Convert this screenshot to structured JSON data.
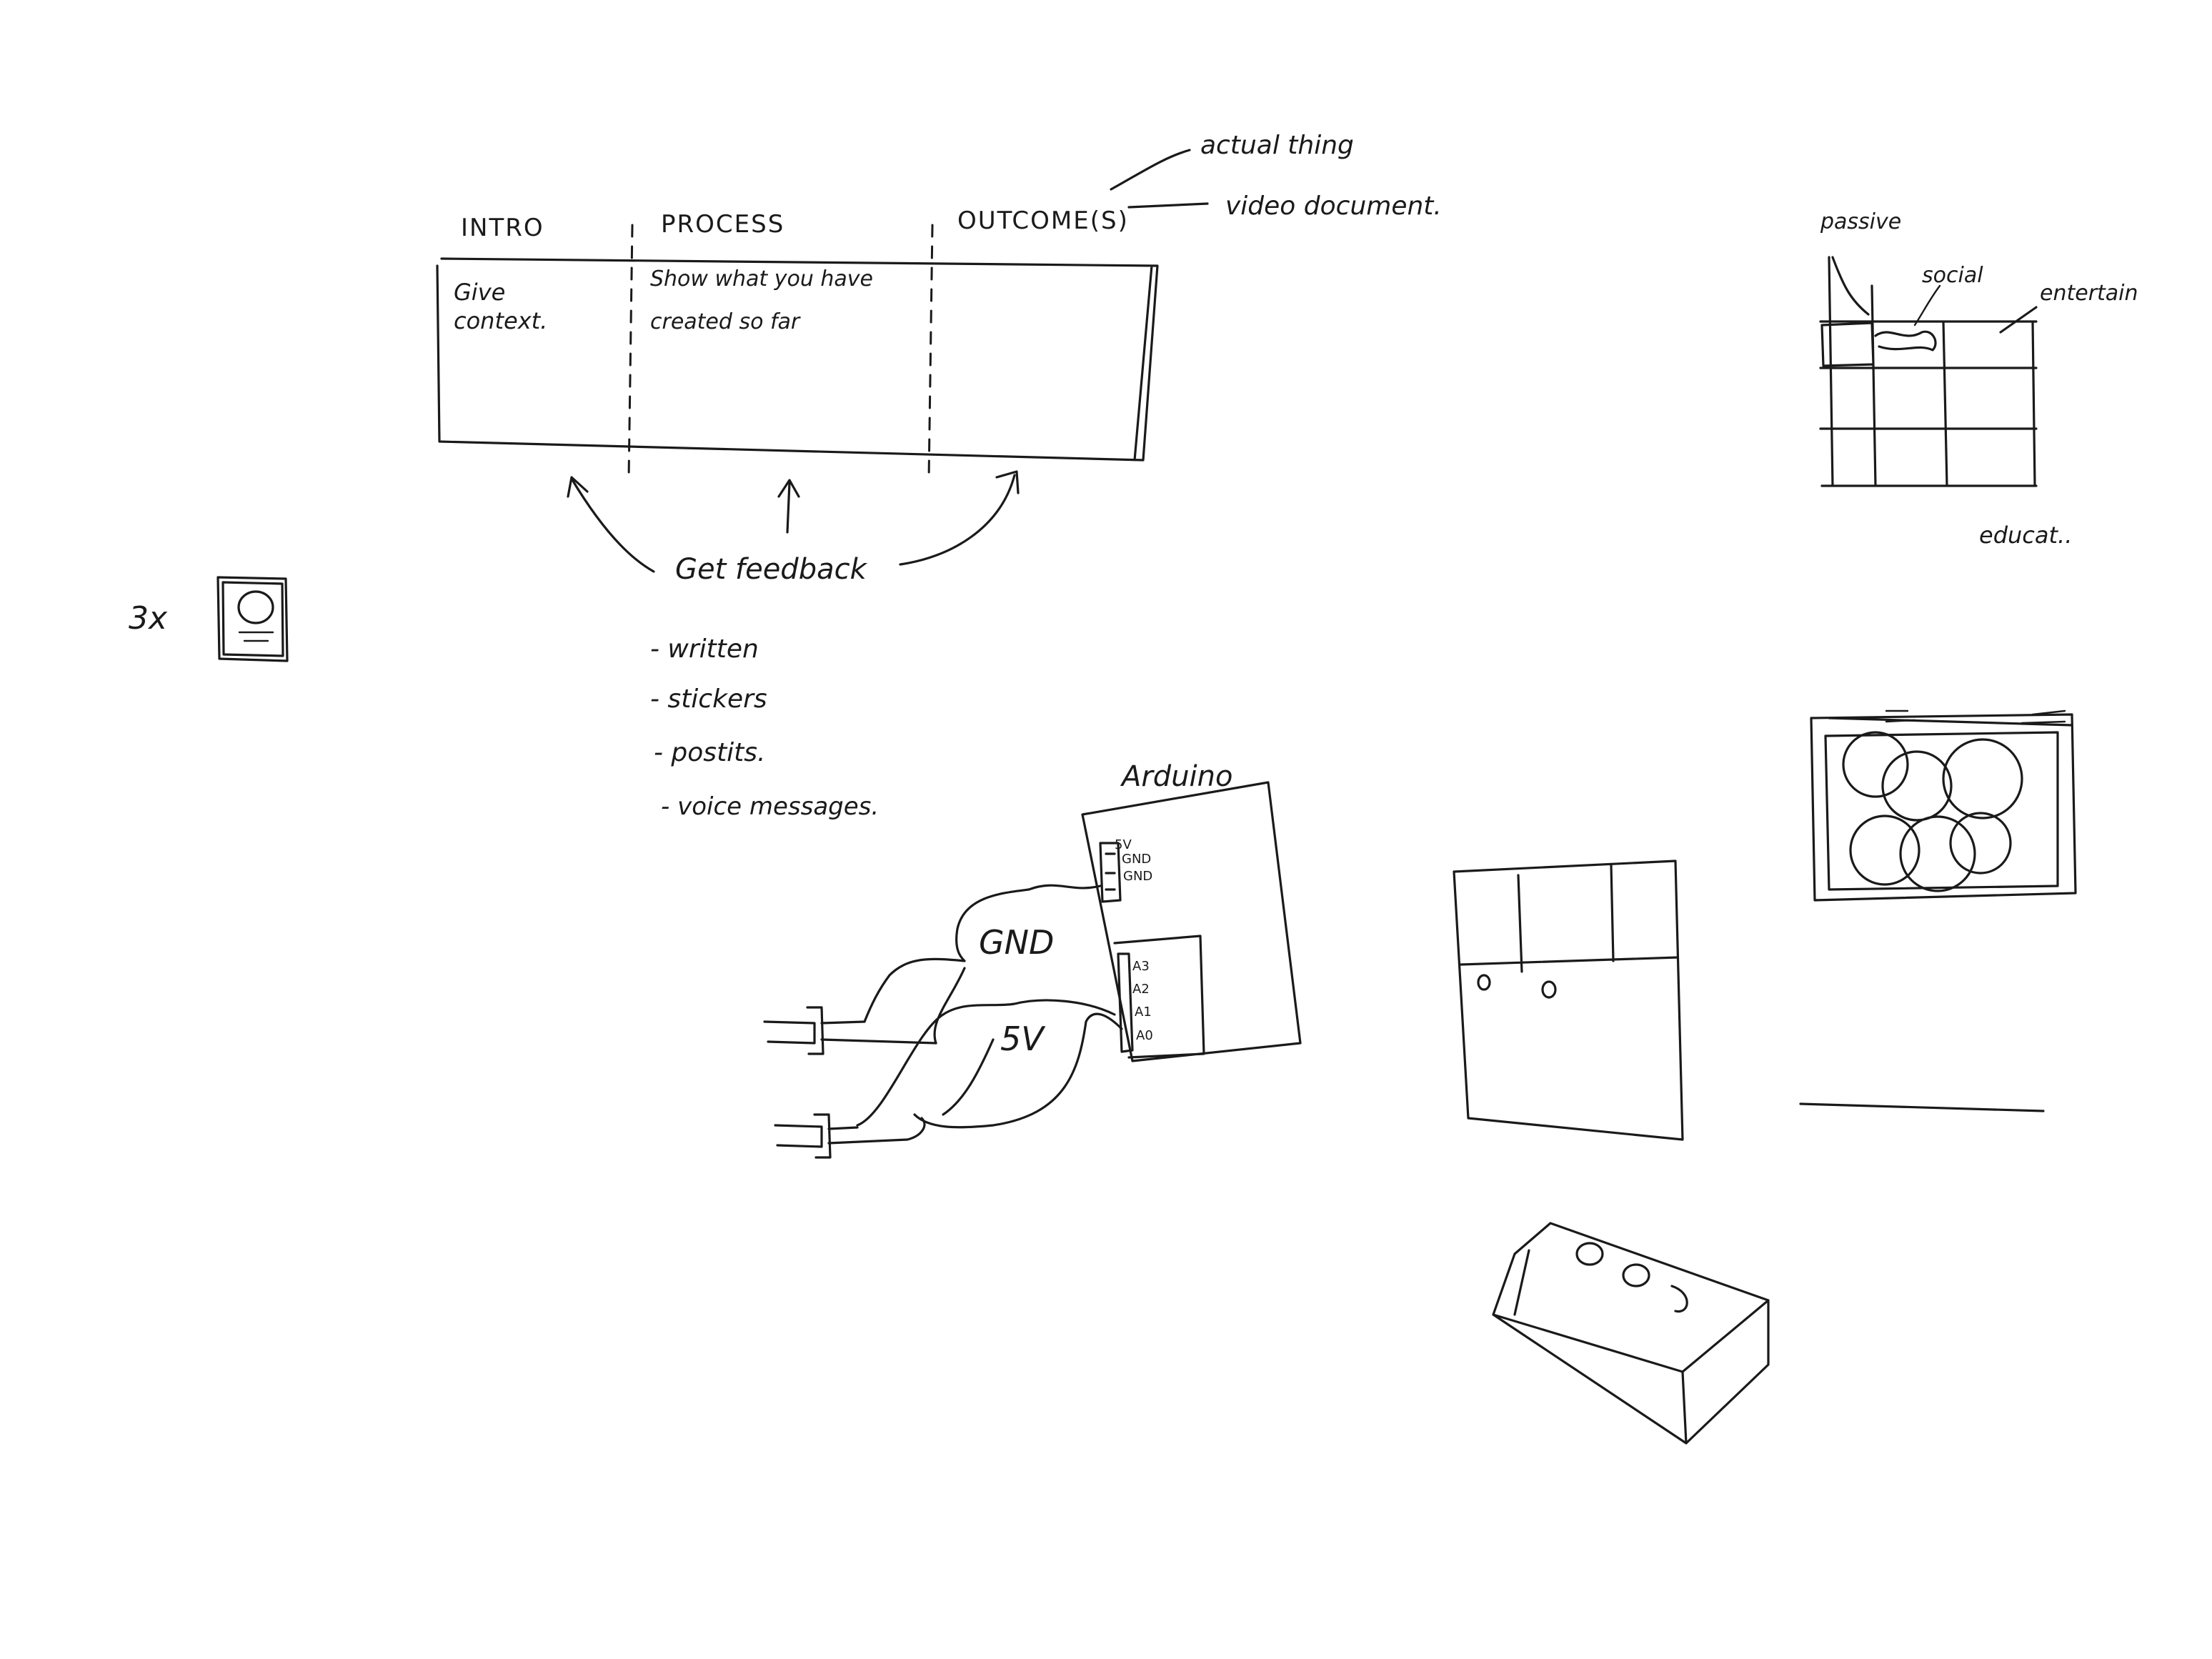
{
  "timeline": {
    "headers": [
      "INTRO",
      "PROCESS",
      "OUTCOME(S)"
    ],
    "intro_text": [
      "Give",
      "context."
    ],
    "process_text": [
      "Show what you have",
      "created so far"
    ],
    "outcome_notes": [
      "actual thing",
      "video document."
    ]
  },
  "feedback": {
    "label": "Get feedback",
    "items": [
      "- written",
      "- stickers",
      "- postits.",
      "- voice messages."
    ]
  },
  "device": {
    "multiplier": "3x"
  },
  "matrix": {
    "labels": [
      "passive",
      "social",
      "entertain",
      "educat.."
    ]
  },
  "arduino": {
    "title": "Arduino",
    "power_pins": [
      "5V",
      "GND",
      "GND"
    ],
    "analog_pins": [
      "A3",
      "A2",
      "A1",
      "A0"
    ],
    "gnd_label": "GND",
    "v5_label": "5V"
  }
}
